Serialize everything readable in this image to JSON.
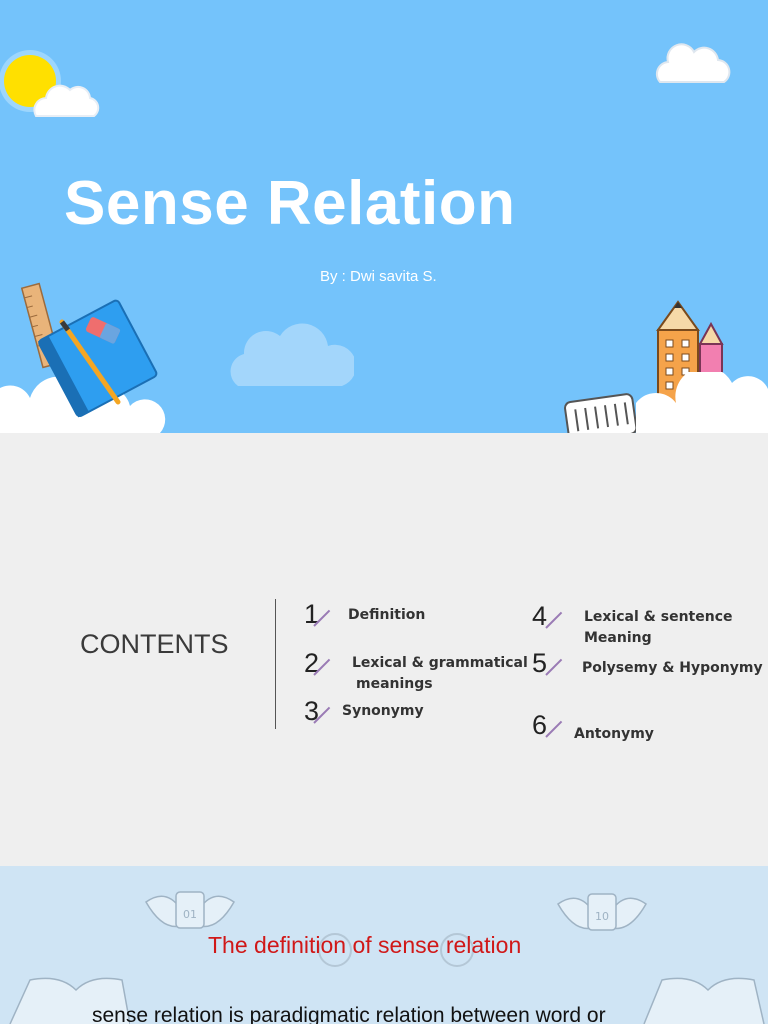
{
  "slide1": {
    "title": "Sense Relation",
    "byline": "By : Dwi savita S."
  },
  "slide2": {
    "heading": "CONTENTS",
    "items": [
      {
        "num": "1",
        "label_lines": [
          "Definition"
        ]
      },
      {
        "num": "2",
        "label_lines": [
          "Lexical & grammatical",
          "meanings"
        ]
      },
      {
        "num": "3",
        "label_lines": [
          "Synonymy"
        ]
      },
      {
        "num": "4",
        "label_lines": [
          "Lexical & sentence",
          "Meaning"
        ]
      },
      {
        "num": "5",
        "label_lines": [
          "Polysemy &  Hyponymy"
        ]
      },
      {
        "num": "6",
        "label_lines": [
          "Antonymy"
        ]
      }
    ]
  },
  "slide3": {
    "title": "The definition of sense relation",
    "body": "sense relation is paradigmatic  relation between word or"
  },
  "colors": {
    "sky": "#74c3fb",
    "sun": "#ffe000",
    "accent_red": "#d01818",
    "slash_purple": "#9a7bb5"
  },
  "icons": [
    "sun-icon",
    "cloud-icon",
    "ruler-icon",
    "notebook-icon",
    "pencil-icon",
    "eraser-icon",
    "building-icon",
    "calendar-icon",
    "open-book-icon"
  ]
}
